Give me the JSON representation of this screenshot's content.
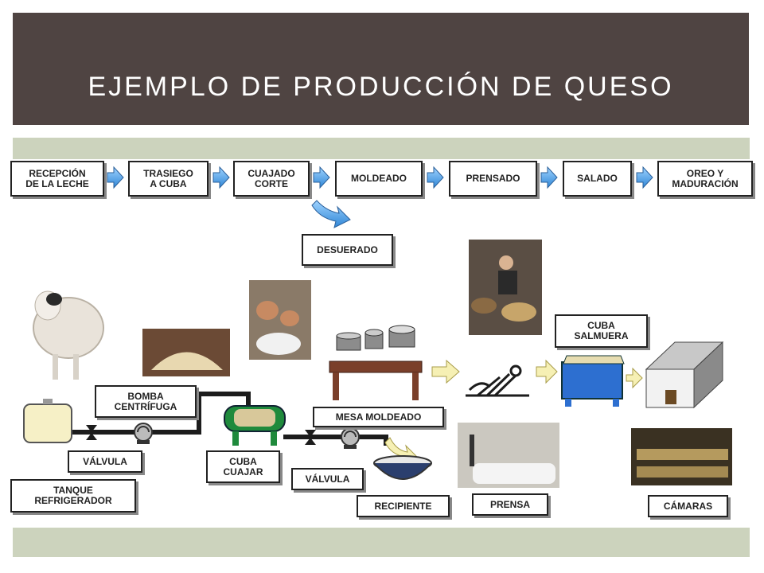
{
  "title": "EJEMPLO DE PRODUCCIÓN DE QUESO",
  "process_steps": [
    "RECEPCIÓN\nDE LA LECHE",
    "TRASIEGO\nA CUBA",
    "CUAJADO\nCORTE",
    "MOLDEADO",
    "PRENSADO",
    "SALADO",
    "OREO Y\nMADURACIÓN"
  ],
  "branch_step": "DESUERADO",
  "equipment_labels": {
    "bomba": "BOMBA\nCENTRÍFUGA",
    "valvula_1": "VÁLVULA",
    "tanque": "TANQUE\nREFRIGERADOR",
    "cuba_cuajar": "CUBA\nCUAJAR",
    "valvula_2": "VÁLVULA",
    "mesa": "MESA MOLDEADO",
    "recipiente": "RECIPIENTE",
    "prensa": "PRENSA",
    "cuba_salmuera": "CUBA\nSALMUERA",
    "camaras": "CÁMARAS"
  },
  "colors": {
    "banner": "#4f4442",
    "band": "#ccd3bd",
    "arrow_blue": "#57a7e6",
    "arrow_yellow": "#f6f0b4",
    "pipe": "#1c1c1c",
    "tank_green": "#1f8a3c",
    "brine_blue": "#2d6fd0"
  }
}
